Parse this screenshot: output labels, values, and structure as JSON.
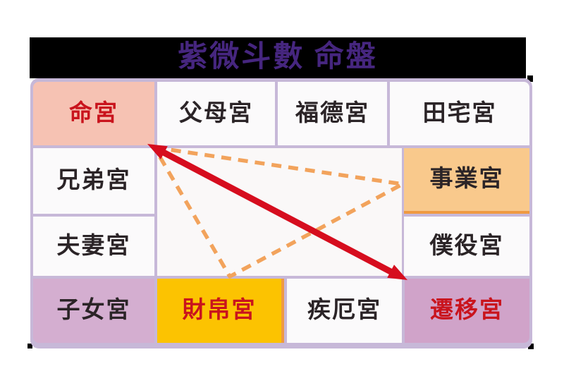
{
  "title": "紫微斗數 命盤",
  "palaces": [
    {
      "id": "ming",
      "label": "命宮",
      "highlight": "salmon",
      "text_color": "#c9141d"
    },
    {
      "id": "fumu",
      "label": "父母宮",
      "highlight": "none",
      "text_color": "#2b2427"
    },
    {
      "id": "fude",
      "label": "福德宮",
      "highlight": "none",
      "text_color": "#2b2427"
    },
    {
      "id": "tianzhai",
      "label": "田宅宮",
      "highlight": "none",
      "text_color": "#2b2427"
    },
    {
      "id": "xiongdi",
      "label": "兄弟宮",
      "highlight": "none",
      "text_color": "#2b2427"
    },
    {
      "id": "shiye",
      "label": "事業宮",
      "highlight": "orange",
      "text_color": "#2b2427"
    },
    {
      "id": "fuqi",
      "label": "夫妻宮",
      "highlight": "none",
      "text_color": "#2b2427"
    },
    {
      "id": "puyi",
      "label": "僕役宮",
      "highlight": "none",
      "text_color": "#2b2427"
    },
    {
      "id": "zinv",
      "label": "子女宮",
      "highlight": "lilac",
      "text_color": "#2b2427"
    },
    {
      "id": "caibo",
      "label": "財帛宮",
      "highlight": "gold",
      "text_color": "#c9141d"
    },
    {
      "id": "jie",
      "label": "疾厄宮",
      "highlight": "none",
      "text_color": "#2b2427"
    },
    {
      "id": "qianyi",
      "label": "遷移宮",
      "highlight": "purple",
      "text_color": "#c9141d"
    }
  ],
  "overlay": {
    "dashed_triangle_connects": [
      "命宮",
      "事業宮",
      "財帛宮"
    ],
    "double_arrow_connects": [
      "命宮",
      "遷移宮"
    ]
  },
  "colors": {
    "title_purple": "#46267f",
    "bar_black": "#000000",
    "frame_lavender": "#c7b8d8",
    "cell_white": "#fbfafb",
    "salmon": "#f6c2b3",
    "orange_cell": "#f9c98c",
    "orange_border": "#ef9a42",
    "gold": "#fcc301",
    "lilac": "#d4aed0",
    "purple_cell": "#d0a3c9",
    "red_text": "#c9141d",
    "arrow_red": "#d60d1e",
    "triangle_orange": "#f2a35c"
  }
}
